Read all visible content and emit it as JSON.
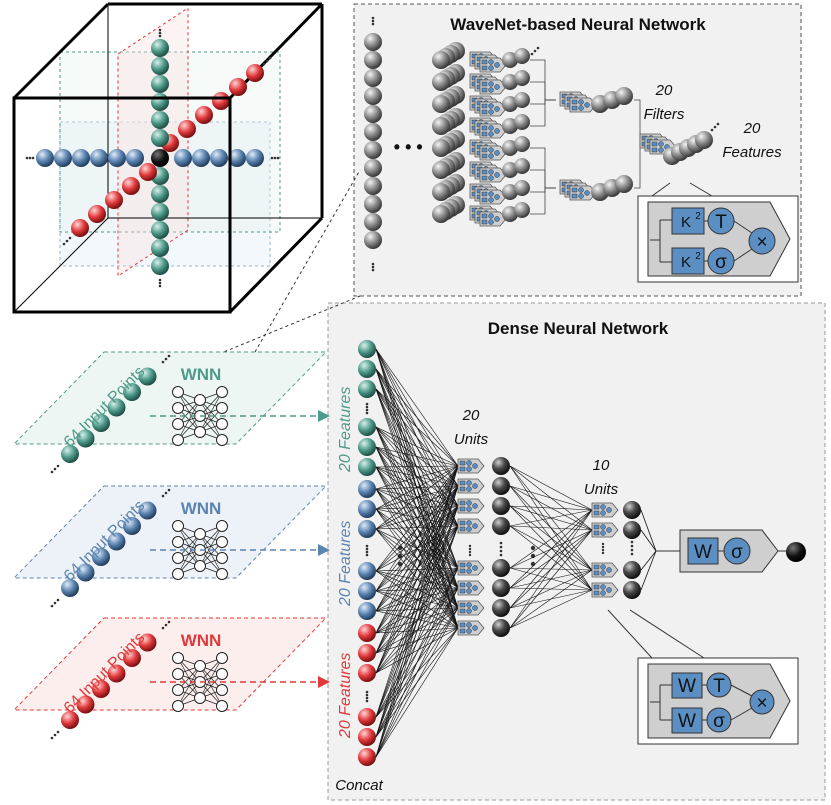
{
  "wavenet": {
    "title": "WaveNet-based Neural Network",
    "filters_count": "20",
    "filters_label": "Filters",
    "features_count": "20",
    "features_label": "Features",
    "gate": {
      "kernel": "K",
      "kernel_sup": "2",
      "tanh": "T",
      "sigma": "σ",
      "mult": "×"
    }
  },
  "dense": {
    "title": "Dense Neural Network",
    "layer1_count": "20",
    "layer1_label": "Units",
    "layer2_count": "10",
    "layer2_label": "Units",
    "output_weight": "W",
    "output_act": "σ",
    "gate": {
      "weight": "W",
      "tanh": "T",
      "sigma": "σ",
      "mult": "×"
    },
    "concat_label": "Concat"
  },
  "branches": [
    {
      "input_label": "64 Input Points",
      "network_label": "WNN",
      "features_label": "20 Features",
      "color": "#4e9a8a"
    },
    {
      "input_label": "64 Input Points",
      "network_label": "WNN",
      "features_label": "20 Features",
      "color": "#5b84b1"
    },
    {
      "input_label": "64 Input Points",
      "network_label": "WNN",
      "features_label": "20 Features",
      "color": "#e0393b"
    }
  ],
  "ellipsis": "• • •"
}
